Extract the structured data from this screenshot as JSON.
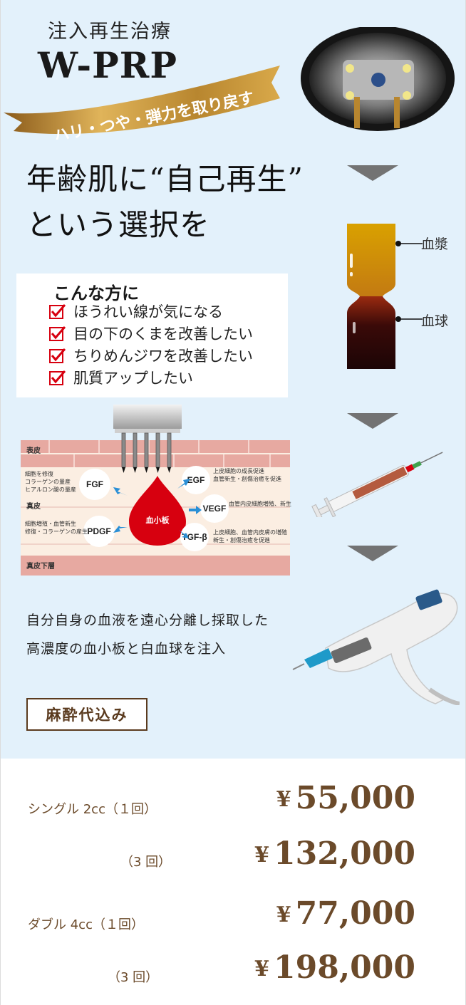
{
  "header": {
    "subtitle": "注入再生治療",
    "brand": "W-PRP",
    "ribbon": "ハリ・つや・弾力を取り戻す"
  },
  "headline": {
    "line1": "年齢肌に“自己再生”",
    "line2": "という選択を"
  },
  "target": {
    "title": "こんな方に",
    "items": [
      "ほうれい線が気になる",
      "目の下のくまを改善したい",
      "ちりめんジワを改善したい",
      "肌質アップしたい"
    ]
  },
  "vial": {
    "plasma": "血漿",
    "cells": "血球"
  },
  "diagram": {
    "layer_epidermis": "表皮",
    "layer_dermis": "真皮",
    "layer_subdermis": "真皮下層",
    "platelet": "血小板",
    "fgf": "FGF",
    "fgf_note": [
      "細胞を修復",
      "コラーゲンの量産",
      "ヒアルロン酸の量産"
    ],
    "pdgf": "PDGF",
    "pdgf_note": [
      "細胞増殖・血管新生",
      "修復・コラーゲンの産生"
    ],
    "egf": "EGF",
    "egf_note": [
      "上皮細胞の成長促進",
      "血管新生・創傷治癒を促進"
    ],
    "vegf": "VEGF",
    "vegf_note": "血管内皮細胞増殖、新生",
    "tgf": "TGF-β",
    "tgf_note": [
      "上皮細胞、血管内皮膚の増殖",
      "新生・創傷治癒を促進"
    ]
  },
  "description": {
    "line1": "自分自身の血液を遠心分離し採取した",
    "line2": "高濃度の血小板と白血球を注入"
  },
  "badge": "麻酔代込み",
  "prices": [
    {
      "label": "シングル 2cc（１回）",
      "currency": "¥",
      "amount": "55,000"
    },
    {
      "label": "（3 回）",
      "currency": "¥",
      "amount": "132,000"
    },
    {
      "label": "ダブル 4cc（１回）",
      "currency": "¥",
      "amount": "77,000"
    },
    {
      "label": "（3 回）",
      "currency": "¥",
      "amount": "198,000"
    }
  ],
  "colors": {
    "background": "#e3f1fb",
    "price": "#6b4a2a",
    "ribbon": "#b8862f",
    "blood": "#d7000f",
    "check": "#d7000f"
  },
  "icons": [
    "centrifuge-image",
    "blood-vial-image",
    "syringe-image",
    "injector-gun-image",
    "check-icon",
    "triangle-down-icon"
  ]
}
